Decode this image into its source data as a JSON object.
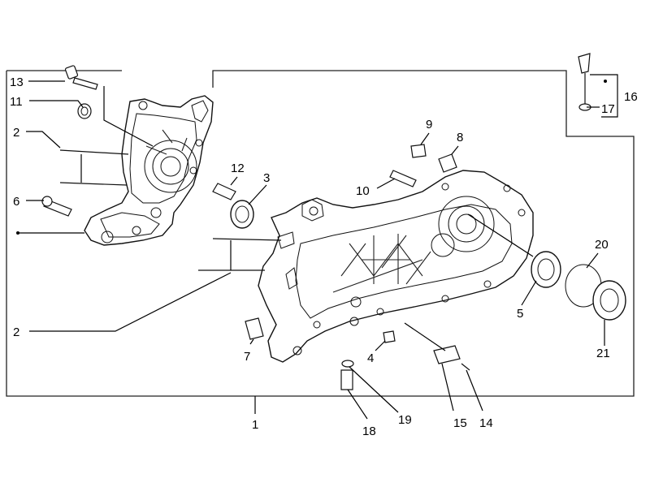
{
  "callouts": {
    "c1": "1",
    "c2a": "2",
    "c2b": "2",
    "c3": "3",
    "c4": "4",
    "c5": "5",
    "c6": "6",
    "c7": "7",
    "c8": "8",
    "c9": "9",
    "c10": "10",
    "c11": "11",
    "c12": "12",
    "c13": "13",
    "c14": "14",
    "c15": "15",
    "c16": "16",
    "c17": "17",
    "c18": "18",
    "c19": "19",
    "c20": "20",
    "c21": "21"
  }
}
